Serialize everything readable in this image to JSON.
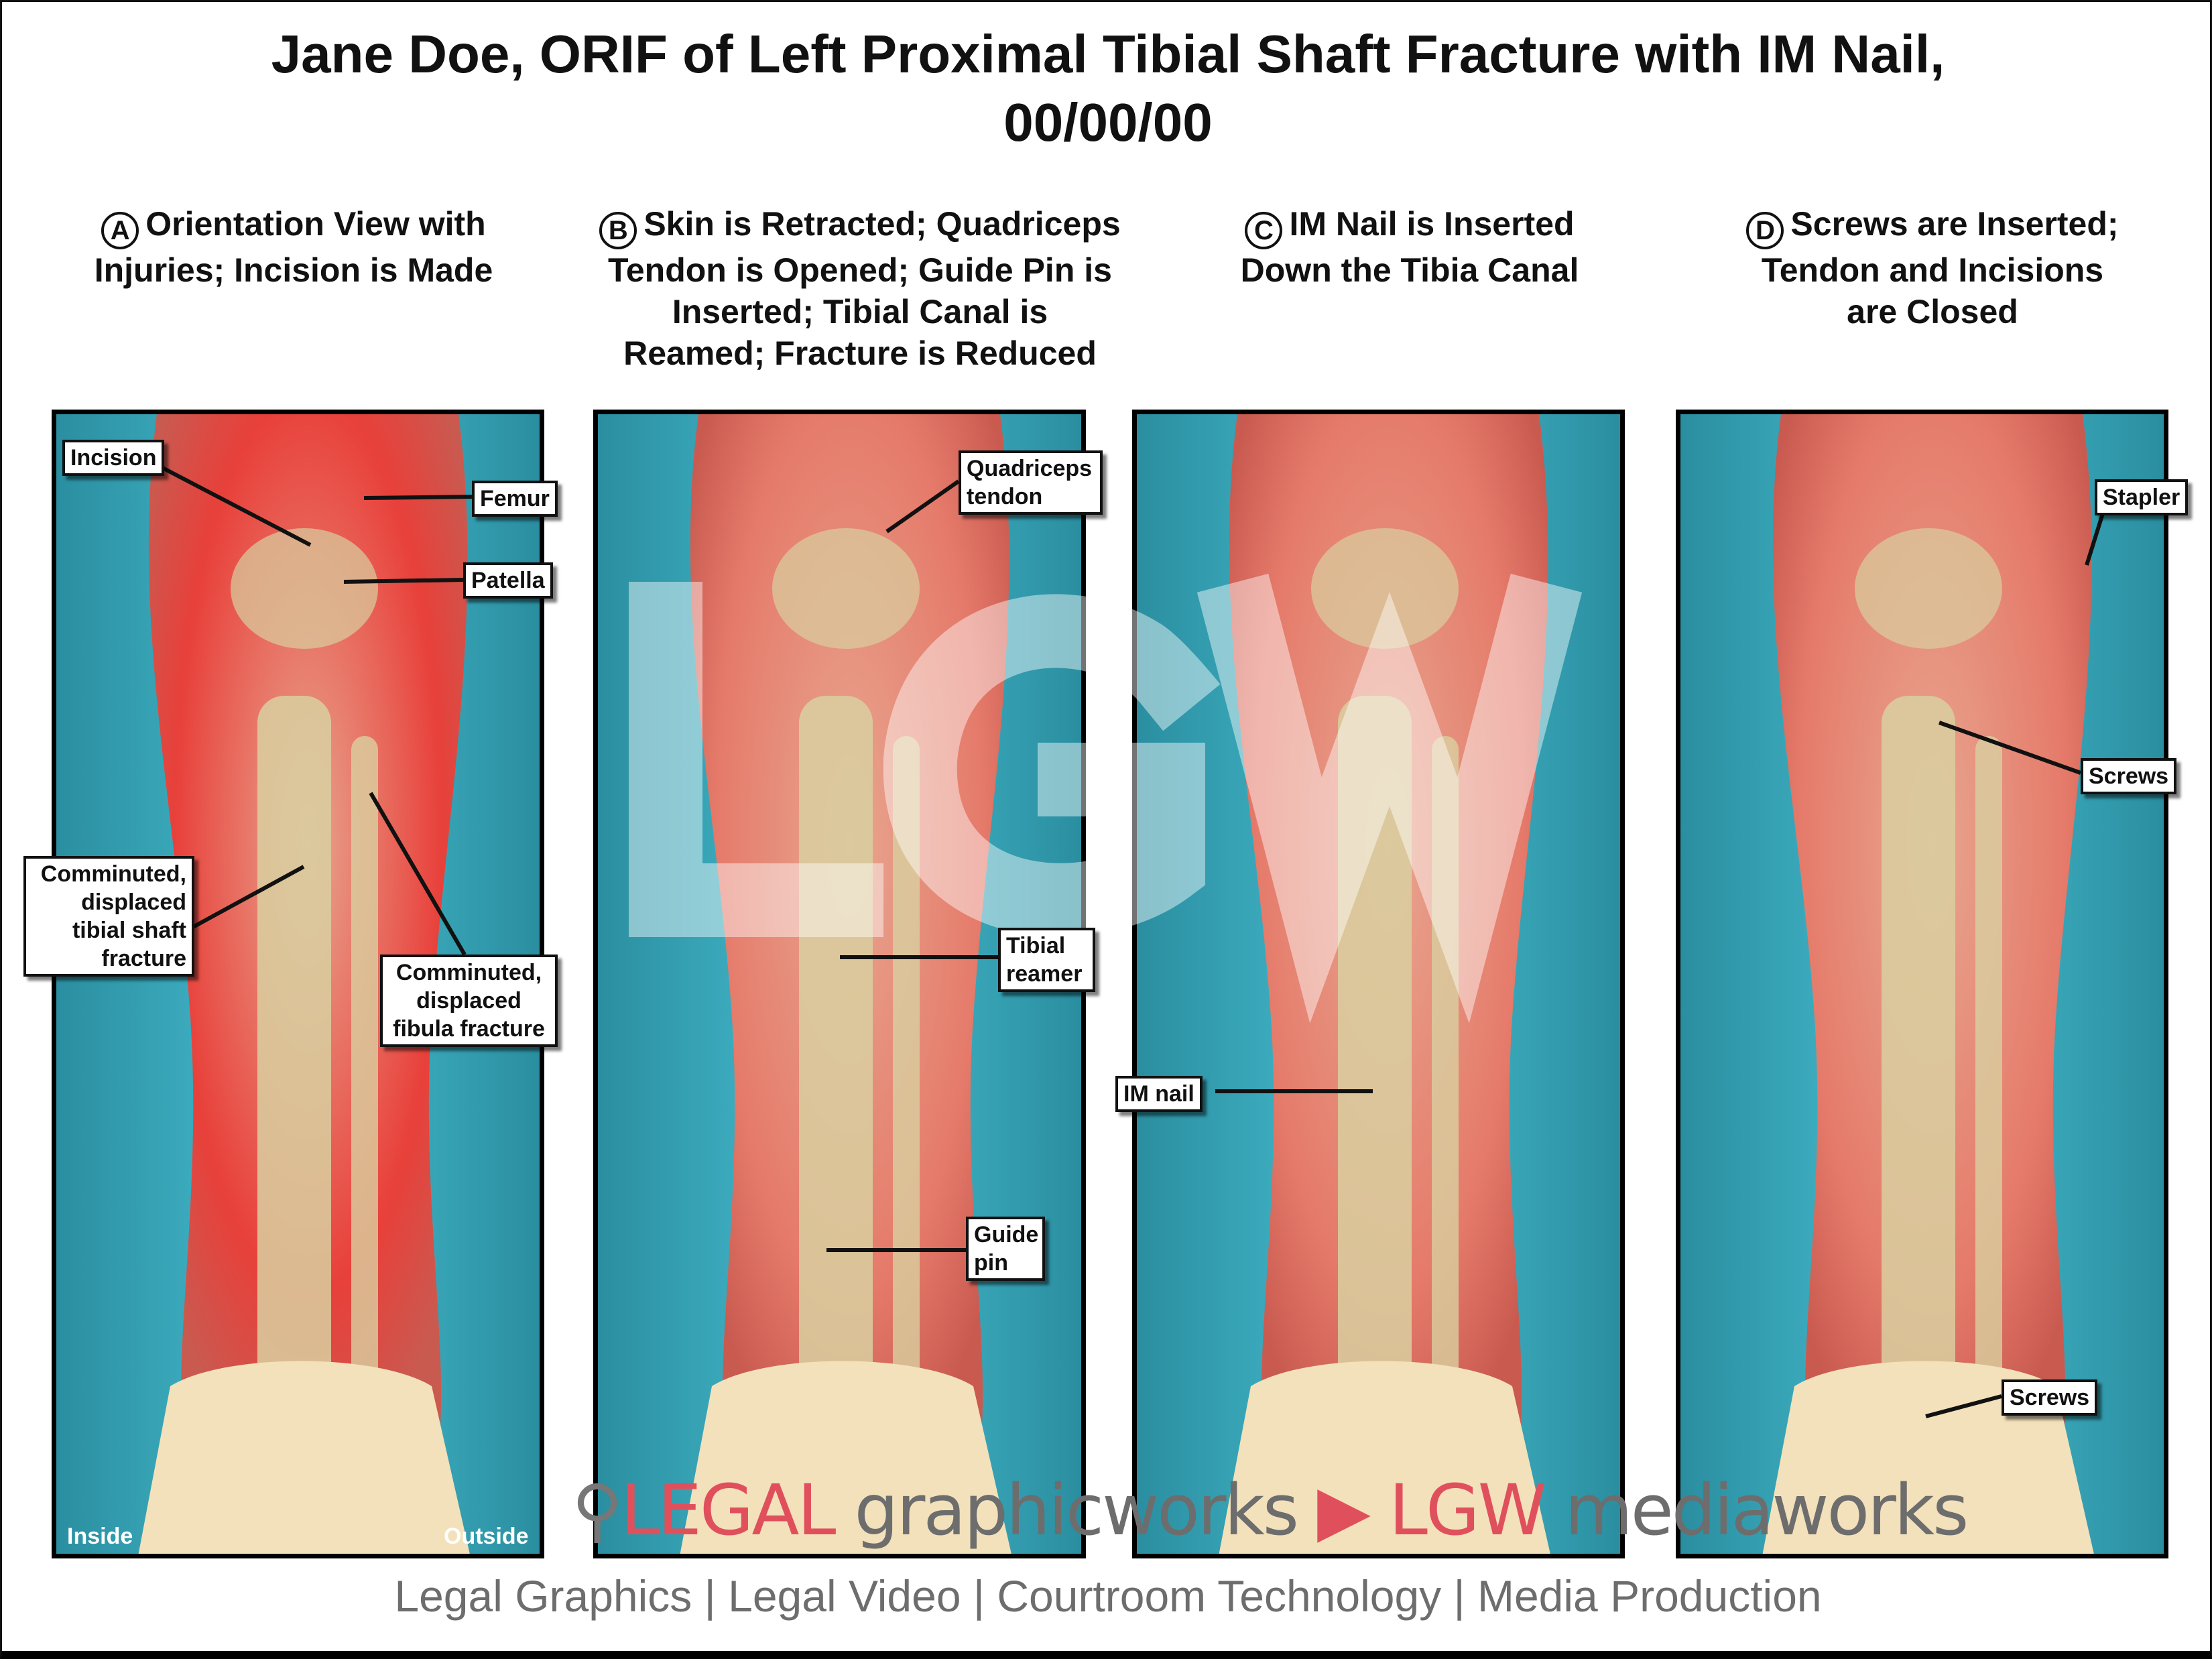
{
  "title": {
    "line1": "Jane Doe, ORIF of Left Proximal Tibial Shaft Fracture with IM Nail,",
    "line2": "00/00/00"
  },
  "watermark": "©Legal Graphicworks",
  "big_watermark": "LGW",
  "panels": [
    {
      "letter": "A",
      "title_lines": [
        "Orientation View with",
        "Injuries; Incision is Made"
      ],
      "labels": [
        "Incision",
        "Femur",
        "Patella",
        "Comminuted, displaced tibial shaft fracture",
        "Comminuted, displaced fibula fracture"
      ],
      "corner_left": "Inside",
      "corner_right": "Outside"
    },
    {
      "letter": "B",
      "title_lines": [
        "Skin is Retracted; Quadriceps",
        "Tendon is Opened; Guide Pin is",
        "Inserted; Tibial Canal is",
        "Reamed; Fracture is Reduced"
      ],
      "labels": [
        "Quadriceps tendon",
        "Tibial reamer",
        "Guide pin"
      ]
    },
    {
      "letter": "C",
      "title_lines": [
        "IM Nail is Inserted",
        "Down the Tibia Canal"
      ],
      "labels": [
        "IM nail"
      ]
    },
    {
      "letter": "D",
      "title_lines": [
        "Screws are Inserted;",
        "Tendon and Incisions",
        "are Closed"
      ],
      "labels": [
        "Stapler",
        "Screws",
        "Screws"
      ]
    }
  ],
  "logo": {
    "legal": "LEGAL",
    "graphicworks": " graphicworks ",
    "lgw": "LGW",
    "mediaworks": " mediaworks"
  },
  "tagline": "Legal Graphics | Legal Video | Courtroom Technology | Media Production",
  "colors": {
    "drape": "#3bb3c6",
    "skin": "#e8a690",
    "inflammation": "#e8403a",
    "bone": "#d9cfa0",
    "logo_red": "#e0505c",
    "logo_gray": "#6d6d6d"
  }
}
